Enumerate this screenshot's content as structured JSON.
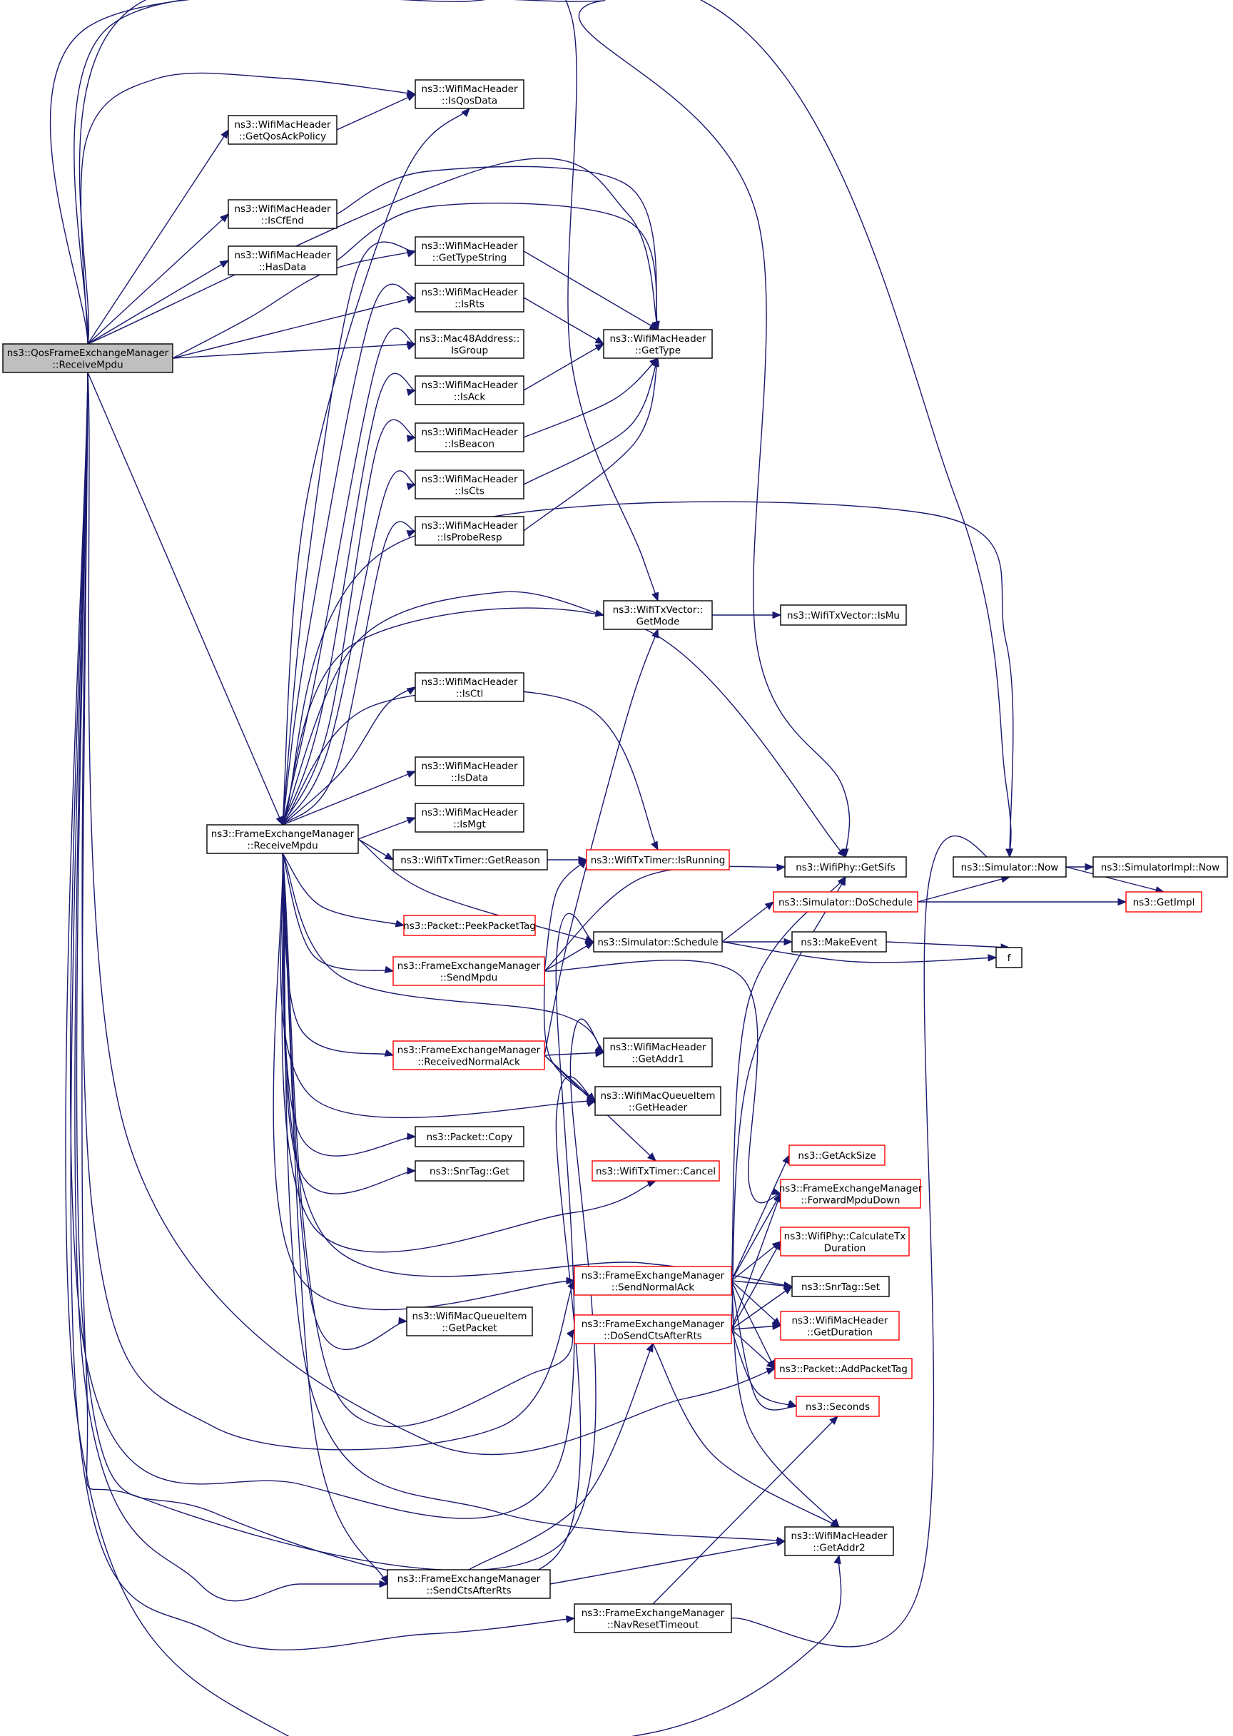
{
  "graph": {
    "nodes": [
      {
        "id": "root",
        "lines": [
          "ns3::QosFrameExchangeManager",
          "::ReceiveMpdu"
        ],
        "style": "root"
      },
      {
        "id": "isQosData",
        "lines": [
          "ns3::WifiMacHeader",
          "::IsQosData"
        ],
        "style": "black"
      },
      {
        "id": "getQosAckPolicy",
        "lines": [
          "ns3::WifiMacHeader",
          "::GetQosAckPolicy"
        ],
        "style": "black"
      },
      {
        "id": "isCfEnd",
        "lines": [
          "ns3::WifiMacHeader",
          "::IsCfEnd"
        ],
        "style": "black"
      },
      {
        "id": "hasData",
        "lines": [
          "ns3::WifiMacHeader",
          "::HasData"
        ],
        "style": "black"
      },
      {
        "id": "getTypeString",
        "lines": [
          "ns3::WifiMacHeader",
          "::GetTypeString"
        ],
        "style": "black"
      },
      {
        "id": "isRts",
        "lines": [
          "ns3::WifiMacHeader",
          "::IsRts"
        ],
        "style": "black"
      },
      {
        "id": "isGroup",
        "lines": [
          "ns3::Mac48Address::",
          "IsGroup"
        ],
        "style": "black"
      },
      {
        "id": "isAck",
        "lines": [
          "ns3::WifiMacHeader",
          "::IsAck"
        ],
        "style": "black"
      },
      {
        "id": "isBeacon",
        "lines": [
          "ns3::WifiMacHeader",
          "::IsBeacon"
        ],
        "style": "black"
      },
      {
        "id": "isCts",
        "lines": [
          "ns3::WifiMacHeader",
          "::IsCts"
        ],
        "style": "black"
      },
      {
        "id": "isProbeResp",
        "lines": [
          "ns3::WifiMacHeader",
          "::IsProbeResp"
        ],
        "style": "black"
      },
      {
        "id": "getType",
        "lines": [
          "ns3::WifiMacHeader",
          "::GetType"
        ],
        "style": "black"
      },
      {
        "id": "getMode",
        "lines": [
          "ns3::WifiTxVector::",
          "GetMode"
        ],
        "style": "black"
      },
      {
        "id": "isMu",
        "lines": [
          "ns3::WifiTxVector::IsMu"
        ],
        "style": "black"
      },
      {
        "id": "isCtl",
        "lines": [
          "ns3::WifiMacHeader",
          "::IsCtl"
        ],
        "style": "black"
      },
      {
        "id": "isData",
        "lines": [
          "ns3::WifiMacHeader",
          "::IsData"
        ],
        "style": "black"
      },
      {
        "id": "isMgt",
        "lines": [
          "ns3::WifiMacHeader",
          "::IsMgt"
        ],
        "style": "black"
      },
      {
        "id": "feReceiveMpdu",
        "lines": [
          "ns3::FrameExchangeManager",
          "::ReceiveMpdu"
        ],
        "style": "black"
      },
      {
        "id": "getReason",
        "lines": [
          "ns3::WifiTxTimer::GetReason"
        ],
        "style": "black"
      },
      {
        "id": "isRunning",
        "lines": [
          "ns3::WifiTxTimer::IsRunning"
        ],
        "style": "red"
      },
      {
        "id": "getSifs",
        "lines": [
          "ns3::WifiPhy::GetSifs"
        ],
        "style": "black"
      },
      {
        "id": "now",
        "lines": [
          "ns3::Simulator::Now"
        ],
        "style": "black"
      },
      {
        "id": "implNow",
        "lines": [
          "ns3::SimulatorImpl::Now"
        ],
        "style": "black"
      },
      {
        "id": "doSchedule",
        "lines": [
          "ns3::Simulator::DoSchedule"
        ],
        "style": "red"
      },
      {
        "id": "getImpl",
        "lines": [
          "ns3::GetImpl"
        ],
        "style": "red"
      },
      {
        "id": "peekPacketTag",
        "lines": [
          "ns3::Packet::PeekPacketTag"
        ],
        "style": "red"
      },
      {
        "id": "schedule",
        "lines": [
          "ns3::Simulator::Schedule"
        ],
        "style": "black"
      },
      {
        "id": "makeEvent",
        "lines": [
          "ns3::MakeEvent"
        ],
        "style": "black"
      },
      {
        "id": "f",
        "lines": [
          "f"
        ],
        "style": "black"
      },
      {
        "id": "sendMpdu",
        "lines": [
          "ns3::FrameExchangeManager",
          "::SendMpdu"
        ],
        "style": "red"
      },
      {
        "id": "receivedNormalAck",
        "lines": [
          "ns3::FrameExchangeManager",
          "::ReceivedNormalAck"
        ],
        "style": "red"
      },
      {
        "id": "getAddr1",
        "lines": [
          "ns3::WifiMacHeader",
          "::GetAddr1"
        ],
        "style": "black"
      },
      {
        "id": "getHeader",
        "lines": [
          "ns3::WifiMacQueueItem",
          "::GetHeader"
        ],
        "style": "black"
      },
      {
        "id": "copy",
        "lines": [
          "ns3::Packet::Copy"
        ],
        "style": "black"
      },
      {
        "id": "snrGet",
        "lines": [
          "ns3::SnrTag::Get"
        ],
        "style": "black"
      },
      {
        "id": "cancel",
        "lines": [
          "ns3::WifiTxTimer::Cancel"
        ],
        "style": "red"
      },
      {
        "id": "getAckSize",
        "lines": [
          "ns3::GetAckSize"
        ],
        "style": "red"
      },
      {
        "id": "forwardMpduDown",
        "lines": [
          "ns3::FrameExchangeManager",
          "::ForwardMpduDown"
        ],
        "style": "red"
      },
      {
        "id": "calcTxDuration",
        "lines": [
          "ns3::WifiPhy::CalculateTx",
          "Duration"
        ],
        "style": "red"
      },
      {
        "id": "sendNormalAck",
        "lines": [
          "ns3::FrameExchangeManager",
          "::SendNormalAck"
        ],
        "style": "red"
      },
      {
        "id": "snrSet",
        "lines": [
          "ns3::SnrTag::Set"
        ],
        "style": "black"
      },
      {
        "id": "getPacket",
        "lines": [
          "ns3::WifiMacQueueItem",
          "::GetPacket"
        ],
        "style": "black"
      },
      {
        "id": "doSendCtsAfterRts",
        "lines": [
          "ns3::FrameExchangeManager",
          "::DoSendCtsAfterRts"
        ],
        "style": "red"
      },
      {
        "id": "getDuration",
        "lines": [
          "ns3::WifiMacHeader",
          "::GetDuration"
        ],
        "style": "red"
      },
      {
        "id": "addPacketTag",
        "lines": [
          "ns3::Packet::AddPacketTag"
        ],
        "style": "red"
      },
      {
        "id": "seconds",
        "lines": [
          "ns3::Seconds"
        ],
        "style": "red"
      },
      {
        "id": "getAddr2",
        "lines": [
          "ns3::WifiMacHeader",
          "::GetAddr2"
        ],
        "style": "black"
      },
      {
        "id": "sendCtsAfterRts",
        "lines": [
          "ns3::FrameExchangeManager",
          "::SendCtsAfterRts"
        ],
        "style": "black"
      },
      {
        "id": "navResetTimeout",
        "lines": [
          "ns3::FrameExchangeManager",
          "::NavResetTimeout"
        ],
        "style": "black"
      }
    ]
  }
}
